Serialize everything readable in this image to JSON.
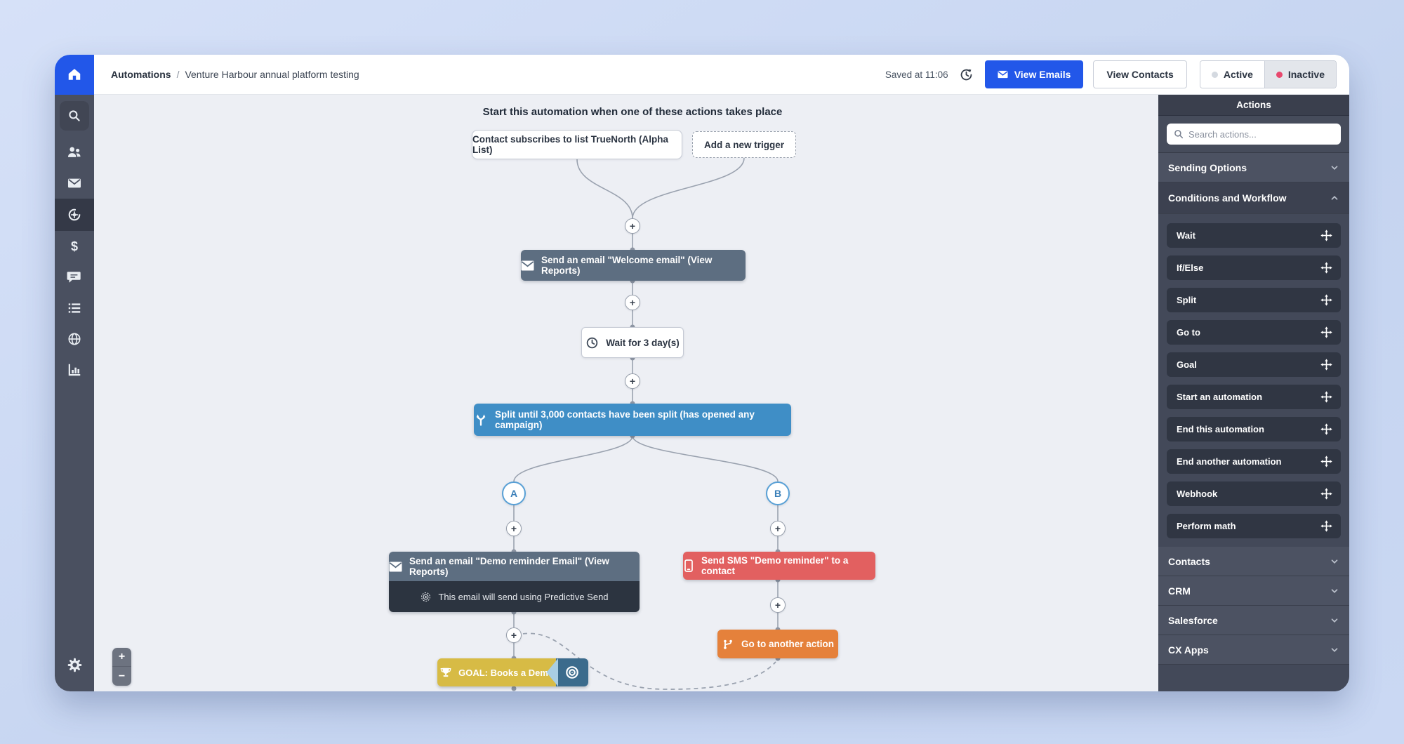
{
  "header": {
    "breadcrumb": {
      "root": "Automations",
      "separator": "/",
      "current": "Venture Harbour annual platform testing"
    },
    "saved_status": "Saved at 11:06",
    "buttons": {
      "view_emails": "View Emails",
      "view_contacts": "View Contacts"
    },
    "status_toggle": {
      "active": "Active",
      "inactive": "Inactive",
      "selected": "Inactive"
    }
  },
  "sidebar": {
    "icons": [
      "home",
      "search",
      "contacts",
      "email",
      "automations",
      "deals",
      "conversations",
      "lists",
      "website",
      "reports",
      "settings"
    ],
    "active_item": "automations"
  },
  "canvas": {
    "title": "Start this automation when one of these actions takes place",
    "triggers": [
      {
        "label": "Contact subscribes to list TrueNorth (Alpha List)",
        "style": "solid"
      },
      {
        "label": "Add a new trigger",
        "style": "dashed"
      }
    ],
    "nodes": {
      "welcome_email": "Send an email \"Welcome email\" (View Reports)",
      "wait": "Wait for 3 day(s)",
      "split": "Split until 3,000 contacts have been split (has opened any campaign)",
      "branch_a": "A",
      "branch_b": "B",
      "demo_email": "Send an email \"Demo reminder Email\" (View Reports)",
      "demo_email_note": "This email will send using Predictive Send",
      "sms": "Send SMS \"Demo reminder\" to a contact",
      "go_to": "Go to another action",
      "goal": "GOAL: Books a Demo"
    },
    "add_button": "+",
    "zoom": {
      "in": "+",
      "out": "−"
    }
  },
  "actions_panel": {
    "title": "Actions",
    "search_placeholder": "Search actions...",
    "sections": [
      {
        "label": "Sending Options",
        "state": "collapsed"
      },
      {
        "label": "Conditions and Workflow",
        "state": "expanded"
      },
      {
        "label": "Contacts",
        "state": "collapsed"
      },
      {
        "label": "CRM",
        "state": "collapsed"
      },
      {
        "label": "Salesforce",
        "state": "collapsed"
      },
      {
        "label": "CX Apps",
        "state": "collapsed"
      }
    ],
    "workflow_items": [
      "Wait",
      "If/Else",
      "Split",
      "Go to",
      "Goal",
      "Start an automation",
      "End this automation",
      "End another automation",
      "Webhook",
      "Perform math"
    ]
  },
  "colors": {
    "accent_blue": "#2257e9",
    "node_slate": "#5d6e81",
    "node_dark_row": "#2c3440",
    "node_blue": "#3f8ec6",
    "node_red": "#e26060",
    "node_orange": "#e5813b",
    "node_yellow": "#d7bb45",
    "goal_badge_blue": "#3b6b8c",
    "inactive_dot": "#e8486e",
    "connector_gray": "#9aa2af"
  }
}
